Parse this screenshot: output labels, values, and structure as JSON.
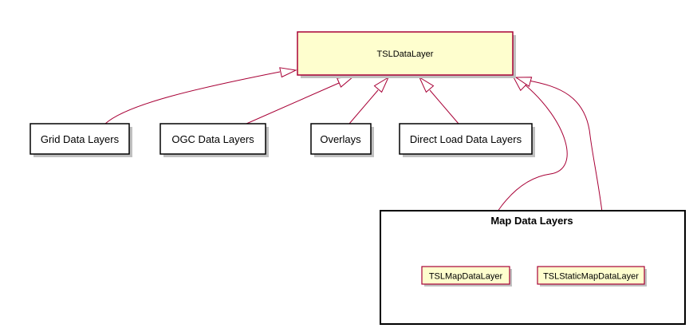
{
  "diagram": {
    "root": {
      "label": "TSLDataLayer"
    },
    "categories": [
      {
        "label": "Grid Data Layers"
      },
      {
        "label": "OGC Data Layers"
      },
      {
        "label": "Overlays"
      },
      {
        "label": "Direct Load Data Layers"
      }
    ],
    "package": {
      "title": "Map Data Layers",
      "items": [
        {
          "label": "TSLMapDataLayer"
        },
        {
          "label": "TSLStaticMapDataLayer"
        }
      ]
    },
    "colors": {
      "class_fill": "#fefece",
      "class_border": "#a80036",
      "box_fill": "#ffffff",
      "box_border": "#000000",
      "arrow": "#a80036",
      "shadow": "#c0c0c0"
    }
  }
}
